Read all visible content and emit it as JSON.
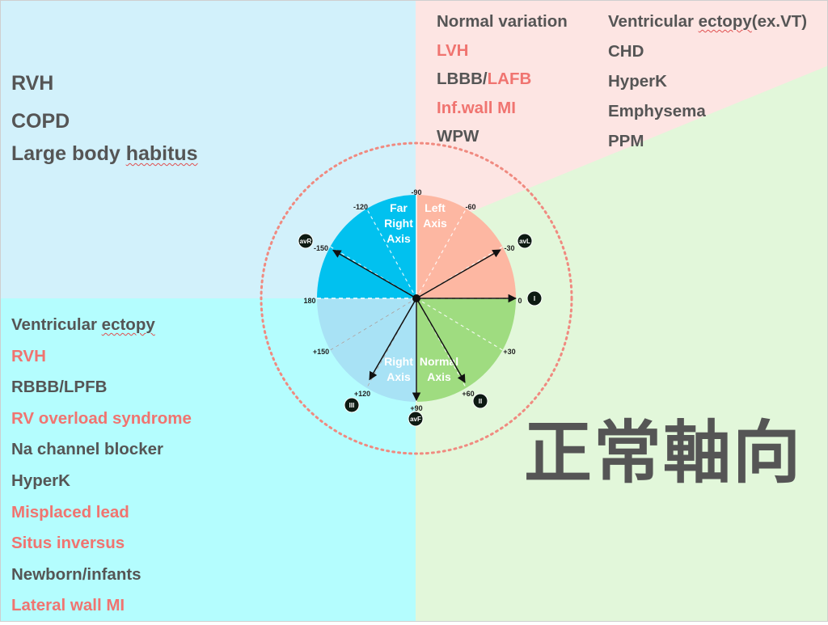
{
  "colors": {
    "top_left_bg": "#d2f1fb",
    "bottom_left_bg": "#b4fdfe",
    "right_bg": "#e2f7da",
    "top_right_bg": "#fde5e3",
    "red_text": "#f07470",
    "gray_text": "#555555",
    "far_right_sector": "#01c1ef",
    "left_sector": "#fdb7a2",
    "normal_sector": "#9fdc80",
    "right_sector": "#a8e2f5",
    "dotted_circle": "#f08a80"
  },
  "top_left": {
    "items": [
      {
        "text": "RVH",
        "color": "gray"
      },
      {
        "text": "COPD",
        "color": "gray"
      },
      {
        "text": "Large body ",
        "suffix": "habitus",
        "color": "gray"
      }
    ]
  },
  "top_right": {
    "col1": [
      {
        "text": "Normal variation",
        "color": "gray"
      },
      {
        "text": "LVH",
        "color": "red"
      },
      {
        "text": "LBBB/",
        "suffix": "LAFB",
        "color": "gray"
      },
      {
        "text": "Inf.wall MI",
        "color": "red"
      },
      {
        "text": "WPW",
        "color": "gray"
      }
    ],
    "col2": [
      {
        "text": "Ventricular ",
        "suffix": "ectopy",
        "tail": "(ex.VT)",
        "color": "gray"
      },
      {
        "text": "CHD",
        "color": "gray"
      },
      {
        "text": "HyperK",
        "color": "gray"
      },
      {
        "text": "Emphysema",
        "color": "gray"
      },
      {
        "text": "PPM",
        "color": "gray"
      }
    ]
  },
  "bottom_left": {
    "items": [
      {
        "text": "Ventricular ",
        "suffix": "ectopy",
        "color": "gray"
      },
      {
        "text": "RVH",
        "color": "red"
      },
      {
        "text": "RBBB/LPFB",
        "color": "gray"
      },
      {
        "text": "RV overload syndrome",
        "color": "red"
      },
      {
        "text": "Na channel blocker",
        "color": "gray"
      },
      {
        "text": "HyperK",
        "color": "gray"
      },
      {
        "text": "Misplaced lead",
        "color": "red"
      },
      {
        "text": "Situs inversus",
        "color": "red"
      },
      {
        "text": "Newborn/infants",
        "color": "gray"
      },
      {
        "text": "Lateral wall MI",
        "color": "red"
      }
    ]
  },
  "normal_axis_title": "正常軸向",
  "axis_diagram": {
    "sectors": [
      {
        "name": "far-right-axis",
        "lines": [
          "Far",
          "Right",
          "Axis"
        ]
      },
      {
        "name": "left-axis",
        "lines": [
          "Left",
          "Axis"
        ]
      },
      {
        "name": "right-axis",
        "lines": [
          "Right",
          "Axis"
        ]
      },
      {
        "name": "normal-axis",
        "lines": [
          "Normal",
          "Axis"
        ]
      }
    ],
    "degrees": [
      {
        "label": "-90",
        "angle": -90
      },
      {
        "label": "-60",
        "angle": -60
      },
      {
        "label": "-30",
        "angle": -30
      },
      {
        "label": "0",
        "angle": 0
      },
      {
        "label": "+30",
        "angle": 30
      },
      {
        "label": "+60",
        "angle": 60
      },
      {
        "label": "+90",
        "angle": 90
      },
      {
        "label": "+120",
        "angle": 120
      },
      {
        "label": "+150",
        "angle": 150
      },
      {
        "label": "180",
        "angle": 180
      },
      {
        "label": "-150",
        "angle": -150
      },
      {
        "label": "-120",
        "angle": -120
      }
    ],
    "leads": [
      {
        "label": "I",
        "angle": 0
      },
      {
        "label": "II",
        "angle": 60
      },
      {
        "label": "III",
        "angle": 120
      },
      {
        "label": "avF",
        "angle": 90
      },
      {
        "label": "avL",
        "angle": -30
      },
      {
        "label": "avR",
        "angle": -150
      }
    ]
  }
}
